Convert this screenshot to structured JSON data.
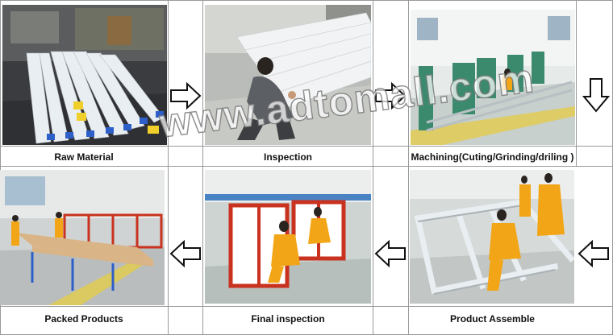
{
  "captions": {
    "raw_material": "Raw Material",
    "inspection": "Inspection",
    "machining": "Machining(Cuting/Grinding/driling )",
    "packed_products": "Packed Products",
    "final_inspection": "Final inspection",
    "product_assemble": "Product Assemble"
  },
  "watermark": "www.adtomall.com",
  "icons": {
    "flow_arrow": "hollow-arrow"
  },
  "colors": {
    "grid_line": "#9a9a9a",
    "worker_uniform": "#f2a516",
    "frame_red": "#c8321e",
    "profile_white": "#e9eef2",
    "profile_blue": "#2d5fc8",
    "profile_yellow": "#f0cf2a"
  }
}
